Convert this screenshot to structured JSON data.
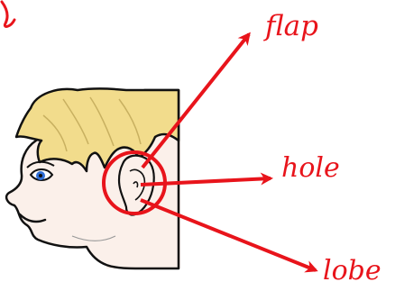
{
  "labels": {
    "top": "flap",
    "middle": "hole",
    "bottom": "lobe"
  },
  "colors": {
    "annotation": "#e8141b",
    "hair": "#f2dc8c",
    "skin": "#fbf0ea",
    "eye": "#2f6fd8",
    "outline": "#111111"
  }
}
